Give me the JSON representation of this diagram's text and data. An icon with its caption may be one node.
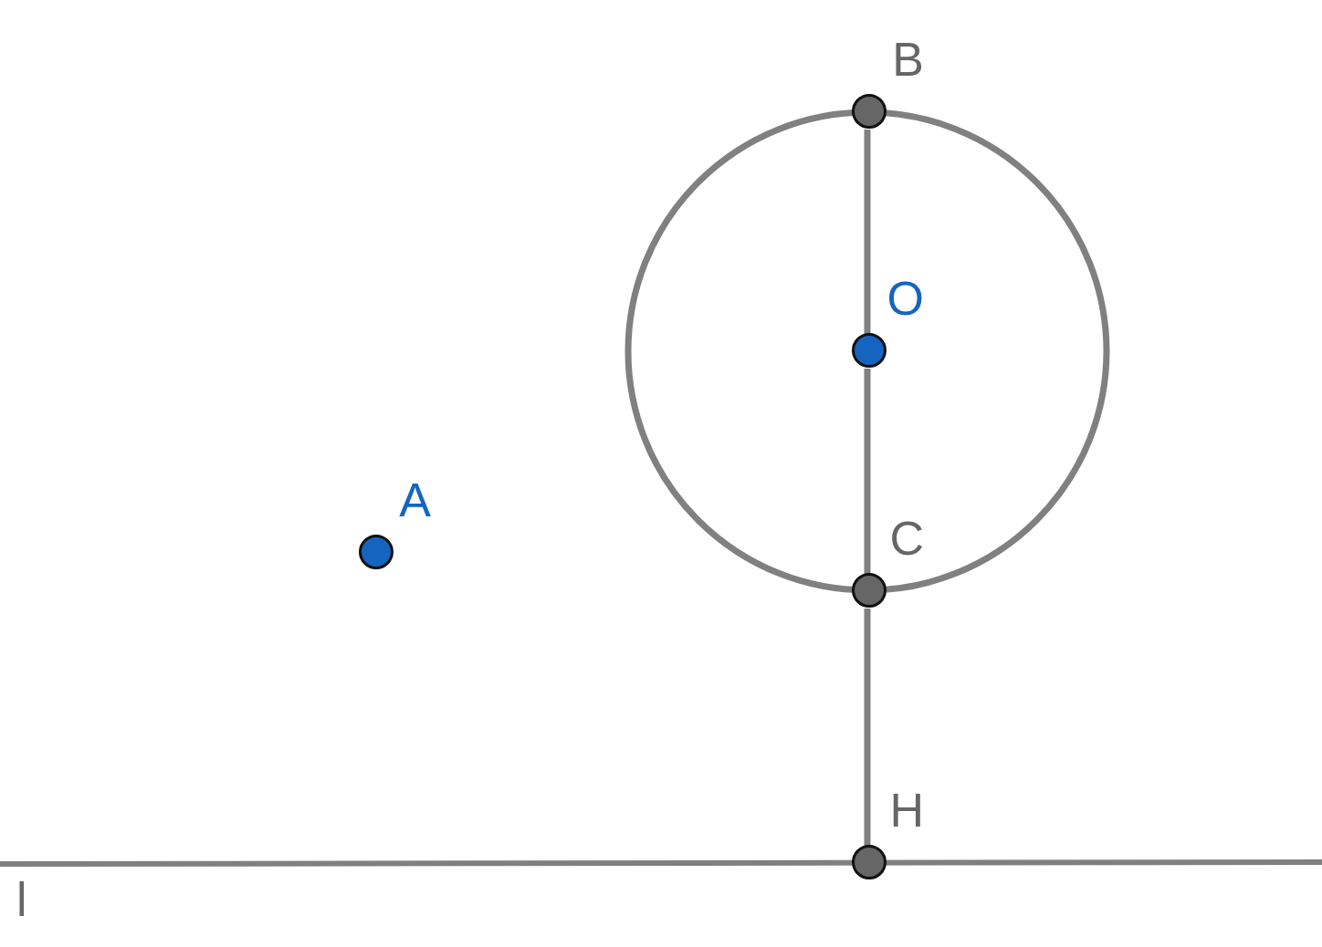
{
  "diagram": {
    "nodes": [
      {
        "text": [
          "B"
        ]
      },
      {
        "text": [
          "O"
        ]
      },
      {
        "text": [
          "A"
        ]
      },
      {
        "text": [
          "C"
        ]
      },
      {
        "text": [
          "H"
        ]
      }
    ],
    "edges": [
      {
        "from": 0,
        "to": 1,
        "arrow": "none"
      },
      {
        "from": 1,
        "to": 3,
        "arrow": "none"
      },
      {
        "from": 3,
        "to": 4,
        "arrow": "none"
      }
    ],
    "labels": [
      "l"
    ]
  }
}
